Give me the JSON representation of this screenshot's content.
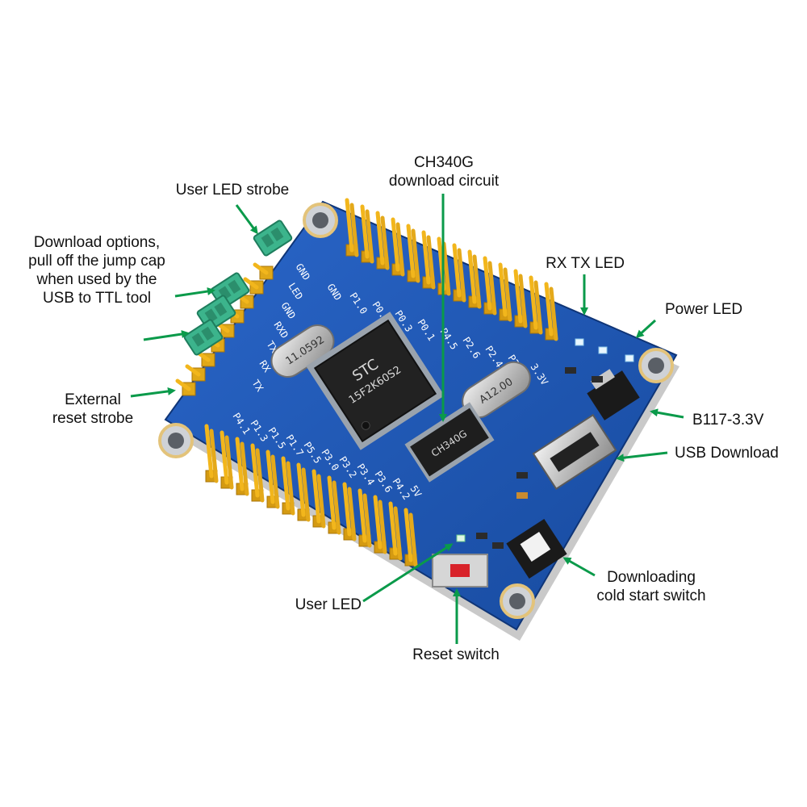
{
  "callouts": {
    "user_led_strobe": "User LED strobe",
    "download_options": [
      "Download options,",
      "pull off the jump cap",
      "when used by the",
      "USB to TTL tool"
    ],
    "external_reset_strobe": [
      "External",
      "reset strobe"
    ],
    "ch340g": [
      "CH340G",
      "download circuit"
    ],
    "rx_tx_led": "RX TX LED",
    "power_led": "Power LED",
    "b117": "B117-3.3V",
    "usb_download": "USB Download",
    "downloading_cold_start": [
      "Downloading",
      "cold start switch"
    ],
    "user_led": "User LED",
    "reset_switch": "Reset switch"
  },
  "board_markings": {
    "mcu_brand": "STC",
    "mcu_model": "15F2K60S2",
    "crystal_main": "11.0592",
    "crystal_usb": "A12.00",
    "usb_chip": "CH340G",
    "left_header_labels": [
      "GND",
      "LED",
      "GND",
      "RXD",
      "TXD",
      "RX",
      "TX"
    ],
    "top_header_labels": [
      "GND",
      "P1.0",
      "P0.7",
      "P0.3",
      "P0.1",
      "P4.5",
      "P2.6",
      "P2.4",
      "P2.1",
      "3.3V"
    ],
    "bottom_header_labels": [
      "P4.1",
      "P1.3",
      "P1.5",
      "P1.7",
      "P5.5",
      "P3.0",
      "P3.2",
      "P3.4",
      "P3.6",
      "P4.2",
      "5V"
    ]
  },
  "colors": {
    "arrow": "#0a9a4a",
    "pcb": "#1f57b8",
    "pin": "#f2b61c",
    "jumper": "#3cb48c"
  }
}
